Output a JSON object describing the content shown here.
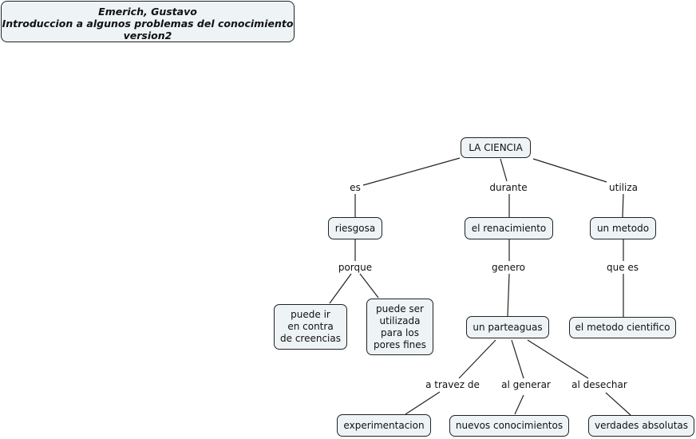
{
  "header": {
    "author": "Emerich, Gustavo",
    "title": "Introduccion a algunos problemas del conocimiento",
    "version": "version2"
  },
  "concepts": {
    "ciencia": "LA CIENCIA",
    "riesgosa": "riesgosa",
    "renacimiento": "el renacimiento",
    "metodo": "un metodo",
    "contra": "puede ir\nen contra\nde creencias",
    "utilizada": "puede ser\nutilizada\npara los\npores fines",
    "parteaguas": "un parteaguas",
    "cientifico": "el metodo cientifico",
    "experimentacion": "experimentacion",
    "nuevos": "nuevos conocimientos",
    "verdades": "verdades absolutas"
  },
  "links": {
    "es": "es",
    "durante": "durante",
    "utiliza": "utiliza",
    "porque": "porque",
    "genero": "genero",
    "que_es": "que es",
    "a_travez": "a travez de",
    "al_generar": "al generar",
    "al_desechar": "al desechar"
  }
}
